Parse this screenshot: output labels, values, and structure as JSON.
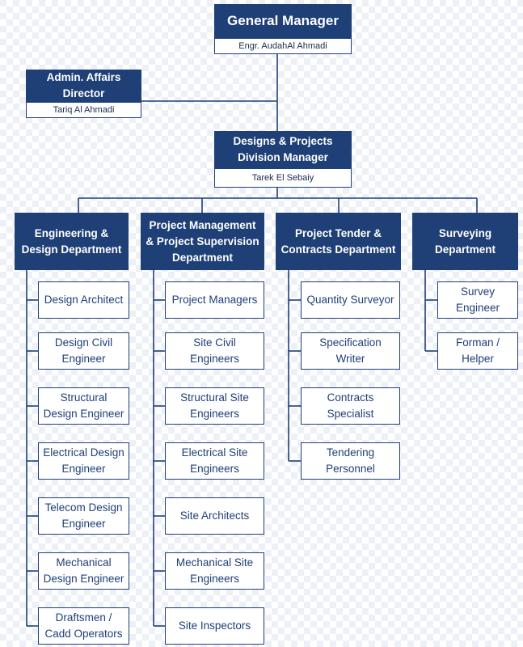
{
  "general_manager": {
    "title": "General Manager",
    "name": "Engr. AudahAl Ahmadi"
  },
  "admin": {
    "title": "Admin. Affairs\nDirector",
    "name": "Tariq Al Ahmadi"
  },
  "division": {
    "title": "Designs & Projects\nDivision Manager",
    "name": "Tarek El Sebaiy"
  },
  "departments": [
    {
      "title": "Engineering &\nDesign Department",
      "roles": [
        "Design Architect",
        "Design Civil\nEngineer",
        "Structural\nDesign Engineer",
        "Electrical Design\nEngineer",
        "Telecom Design\nEngineer",
        "Mechanical\nDesign Engineer",
        "Draftsmen /\nCadd Operators"
      ]
    },
    {
      "title": "Project Management\n& Project Supervision\nDepartment",
      "roles": [
        "Project Managers",
        "Site Civil Engineers",
        "Structural Site\nEngineers",
        "Electrical Site\nEngineers",
        "Site Architects",
        "Mechanical Site\nEngineers",
        "Site Inspectors"
      ]
    },
    {
      "title": "Project Tender &\nContracts Department",
      "roles": [
        "Quantity Surveyor",
        "Specification\nWriter",
        "Contracts\nSpecialist",
        "Tendering\nPersonnel"
      ]
    },
    {
      "title": "Surveying\nDepartment",
      "roles": [
        "Survey\nEngineer",
        "Forman /\nHelper"
      ]
    }
  ],
  "colors": {
    "box_fill": "#1f3f77",
    "line": "#1f3f77",
    "text": "#1f3f77"
  }
}
